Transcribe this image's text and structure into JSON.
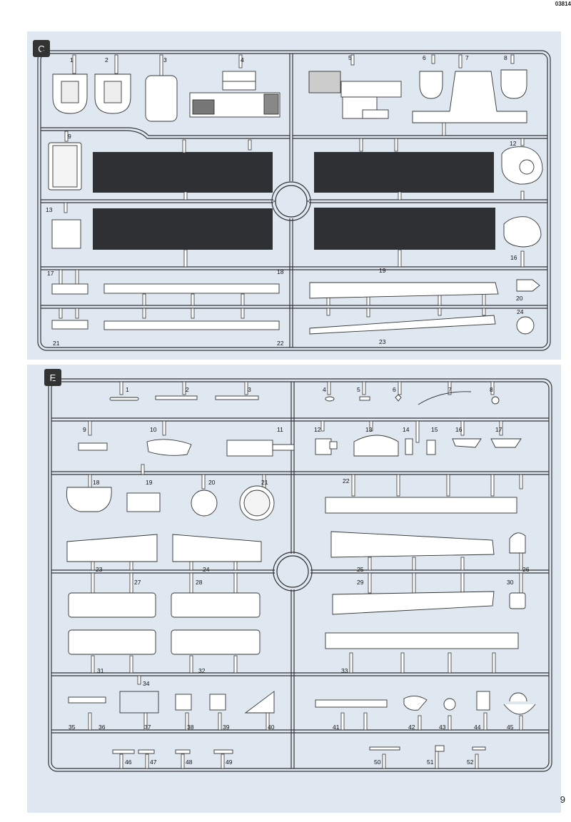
{
  "doc_code": "03814",
  "page_number": "9",
  "sprue_c": {
    "letter": "C",
    "part_numbers": [
      "1",
      "2",
      "3",
      "4",
      "5",
      "6",
      "7",
      "8",
      "9",
      "12",
      "13",
      "16",
      "17",
      "18",
      "19",
      "20",
      "21",
      "22",
      "23",
      "24"
    ]
  },
  "sprue_e": {
    "letter": "E",
    "part_numbers": [
      "1",
      "2",
      "3",
      "4",
      "5",
      "6",
      "7",
      "8",
      "9",
      "10",
      "11",
      "12",
      "13",
      "14",
      "15",
      "16",
      "17",
      "18",
      "19",
      "20",
      "21",
      "22",
      "23",
      "24",
      "25",
      "26",
      "27",
      "28",
      "29",
      "30",
      "31",
      "32",
      "33",
      "34",
      "35",
      "36",
      "37",
      "38",
      "39",
      "40",
      "41",
      "42",
      "43",
      "44",
      "45",
      "46",
      "47",
      "48",
      "49",
      "50",
      "51",
      "52"
    ]
  }
}
